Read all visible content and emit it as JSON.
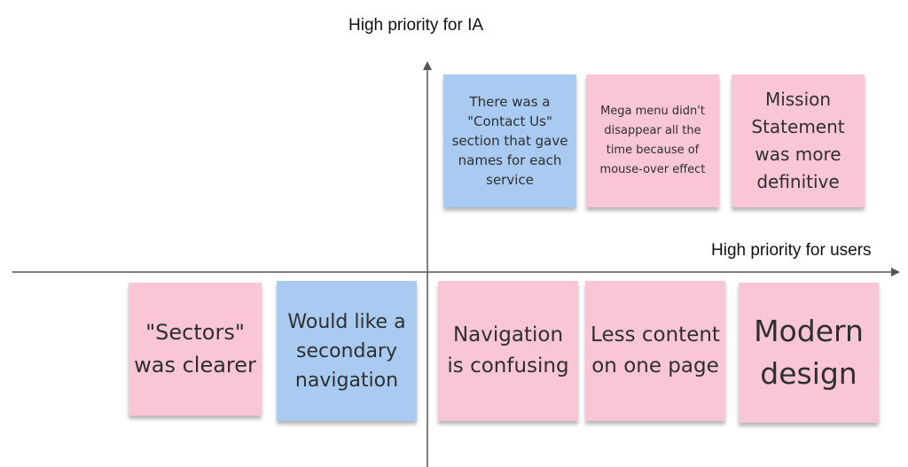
{
  "axes": {
    "y_label": "High priority for IA",
    "x_label": "High priority for users"
  },
  "colors": {
    "pink_note": "#f9c6d6",
    "blue_note": "#a9cbf2",
    "axis_line": "#555555"
  },
  "notes": [
    {
      "id": "contact-us",
      "color": "blue",
      "text": "There was a \"Contact Us\" section that gave names for each service"
    },
    {
      "id": "mega-menu",
      "color": "pink",
      "text": "Mega menu didn't disappear all the time because of mouse-over effect"
    },
    {
      "id": "mission-statement",
      "color": "pink",
      "text": "Mission Statement was more definitive"
    },
    {
      "id": "sectors",
      "color": "pink",
      "text": "\"Sectors\" was clearer"
    },
    {
      "id": "secondary-navigation",
      "color": "blue",
      "text": "Would like a secondary navigation"
    },
    {
      "id": "navigation-confusing",
      "color": "pink",
      "text": "Navigation is confusing"
    },
    {
      "id": "less-content",
      "color": "pink",
      "text": "Less content on one page"
    },
    {
      "id": "modern-design",
      "color": "pink",
      "text": "Modern design"
    }
  ]
}
